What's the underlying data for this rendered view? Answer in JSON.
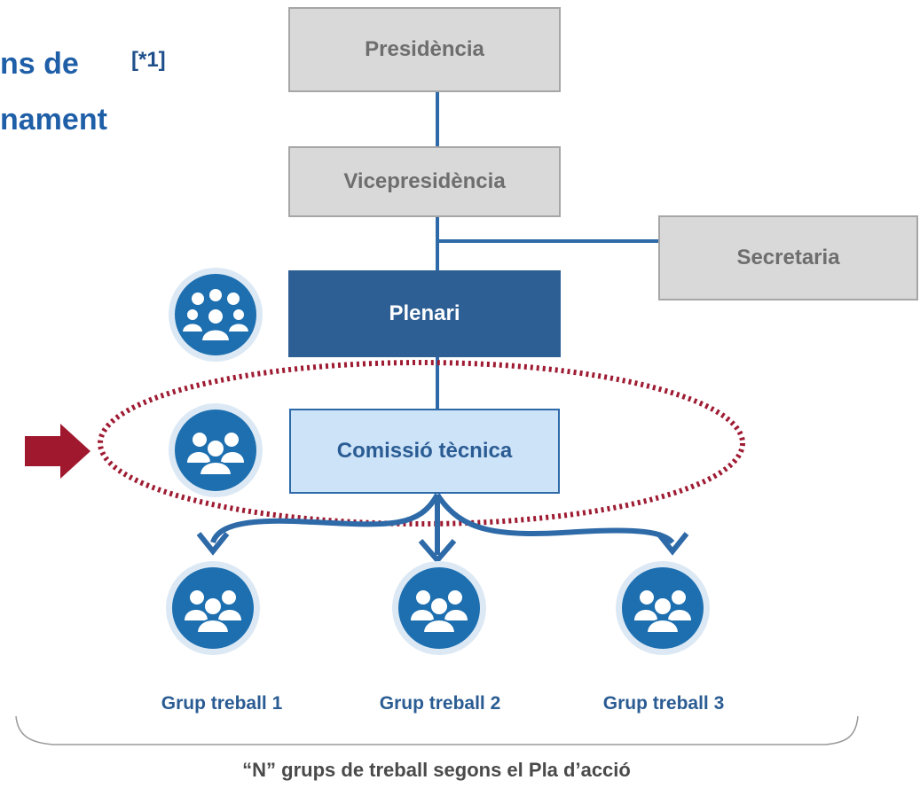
{
  "title": {
    "line1": "ns de",
    "line2": "nament",
    "footnote": "[*1]"
  },
  "boxes": {
    "presidencia": "Presidència",
    "vicepresidencia": "Vicepresidència",
    "secretaria": "Secretaria",
    "plenari": "Plenari",
    "comissio": "Comissió tècnica"
  },
  "groups": [
    "Grup treball 1",
    "Grup treball 2",
    "Grup treball 3"
  ],
  "caption": "“N” grups de treball segons el Pla d’acció",
  "icons": {
    "plenari": "people-group-icon",
    "comissio": "people-group-icon",
    "group": "people-group-icon",
    "pointer": "red-arrow-icon"
  },
  "colors": {
    "title": "#1f5fa8",
    "connector": "#2e6aa8",
    "plenari_fill": "#2e5f94",
    "comissio_fill": "#cde3f8",
    "gray_box": "#d9d9d9",
    "highlight_ellipse": "#9e1b32",
    "pointer_arrow": "#a0182e",
    "icon_circle": "#1d6fb0"
  }
}
